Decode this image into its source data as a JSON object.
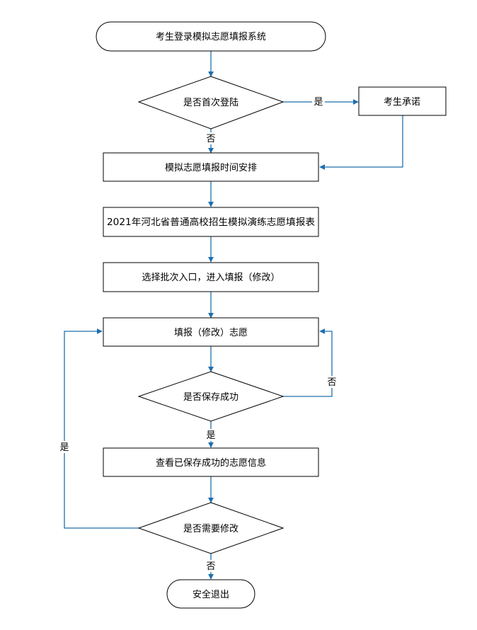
{
  "nodes": {
    "start": "考生登录模拟志愿填报系统",
    "first_login": "是否首次登陆",
    "commitment": "考生承诺",
    "schedule": "模拟志愿填报时间安排",
    "form_title": "2021年河北省普通高校招生模拟演练志愿填报表",
    "select_batch": "选择批次入口，进入填报（修改）",
    "fill": "填报（修改）志愿",
    "saved_ok": "是否保存成功",
    "view_saved": "查看已保存成功的志愿信息",
    "need_modify": "是否需要修改",
    "exit": "安全退出"
  },
  "edge_labels": {
    "first_login_yes": "是",
    "first_login_no": "否",
    "saved_no": "否",
    "saved_yes": "是",
    "modify_yes": "是",
    "modify_no": "否"
  },
  "colors": {
    "arrow": "#1f6fae",
    "border": "#000000"
  }
}
